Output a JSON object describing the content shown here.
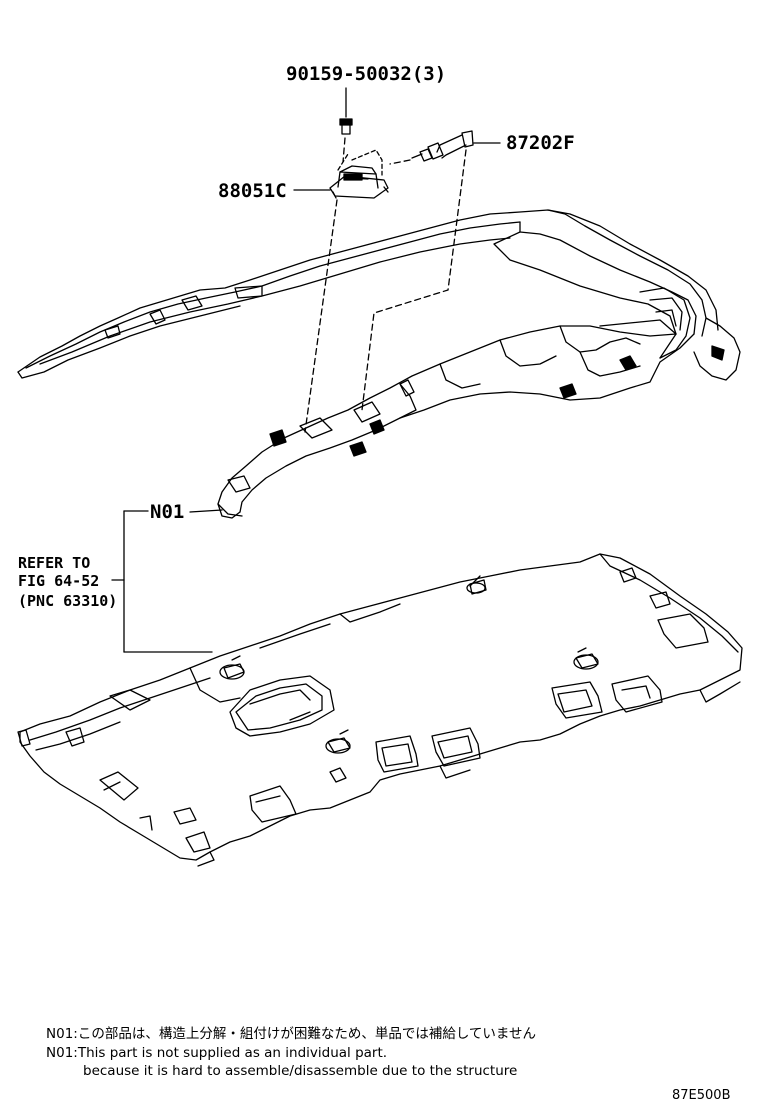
{
  "parts": {
    "bolt": "90159-50032(3)",
    "hose": "87202F",
    "unit": "88051C",
    "n01": "N01"
  },
  "refer": {
    "line1": "REFER TO",
    "line2": "FIG 64-52",
    "line3": "(PNC 63310)"
  },
  "notes": {
    "jp": "N01:この部品は、構造上分解・組付けが困難なため、単品では補給していません",
    "en1": "N01:This part is not supplied as an individual part.",
    "en2": "because it is hard to assemble/disassemble due to the structure"
  },
  "diagram_code": "87E500B"
}
